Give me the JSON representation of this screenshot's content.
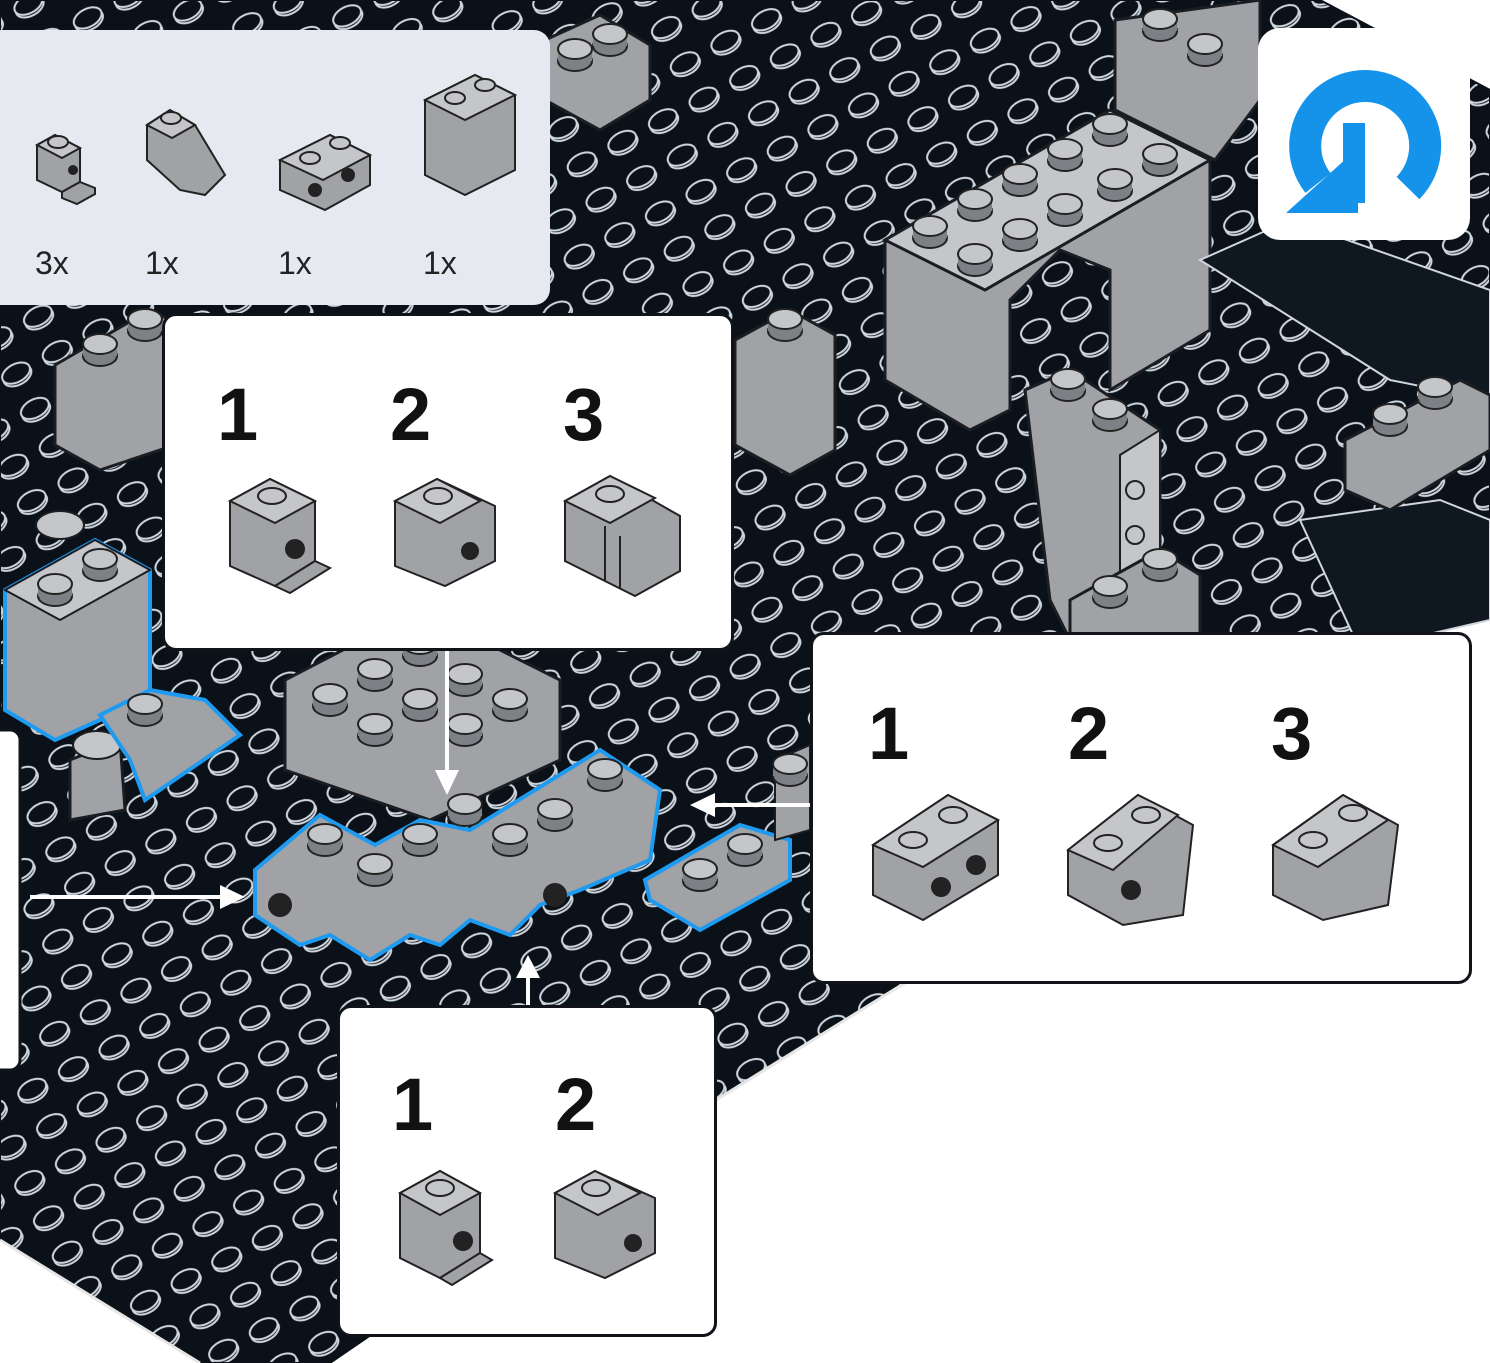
{
  "parts_list": [
    {
      "part": "1x1 brick with side stud",
      "quantity": "3x"
    },
    {
      "part": "1x1 slope",
      "quantity": "1x"
    },
    {
      "part": "1x2 brick with side studs",
      "quantity": "1x"
    },
    {
      "part": "1x2x2 brick",
      "quantity": "1x"
    }
  ],
  "callouts": {
    "top": [
      "1",
      "2",
      "3"
    ],
    "right": [
      "1",
      "2",
      "3"
    ],
    "bottom": [
      "1",
      "2"
    ]
  },
  "colors": {
    "baseplate": "#0a1119",
    "brick": "#a0a2a6",
    "brick_top": "#c4c6ca",
    "brick_dark": "#7d8085",
    "highlight": "#1e9bf0",
    "rotate_icon": "#1593ea",
    "panel_bg": "#e6e9f0"
  },
  "icons": {
    "rotate": "rotate-model-icon"
  }
}
